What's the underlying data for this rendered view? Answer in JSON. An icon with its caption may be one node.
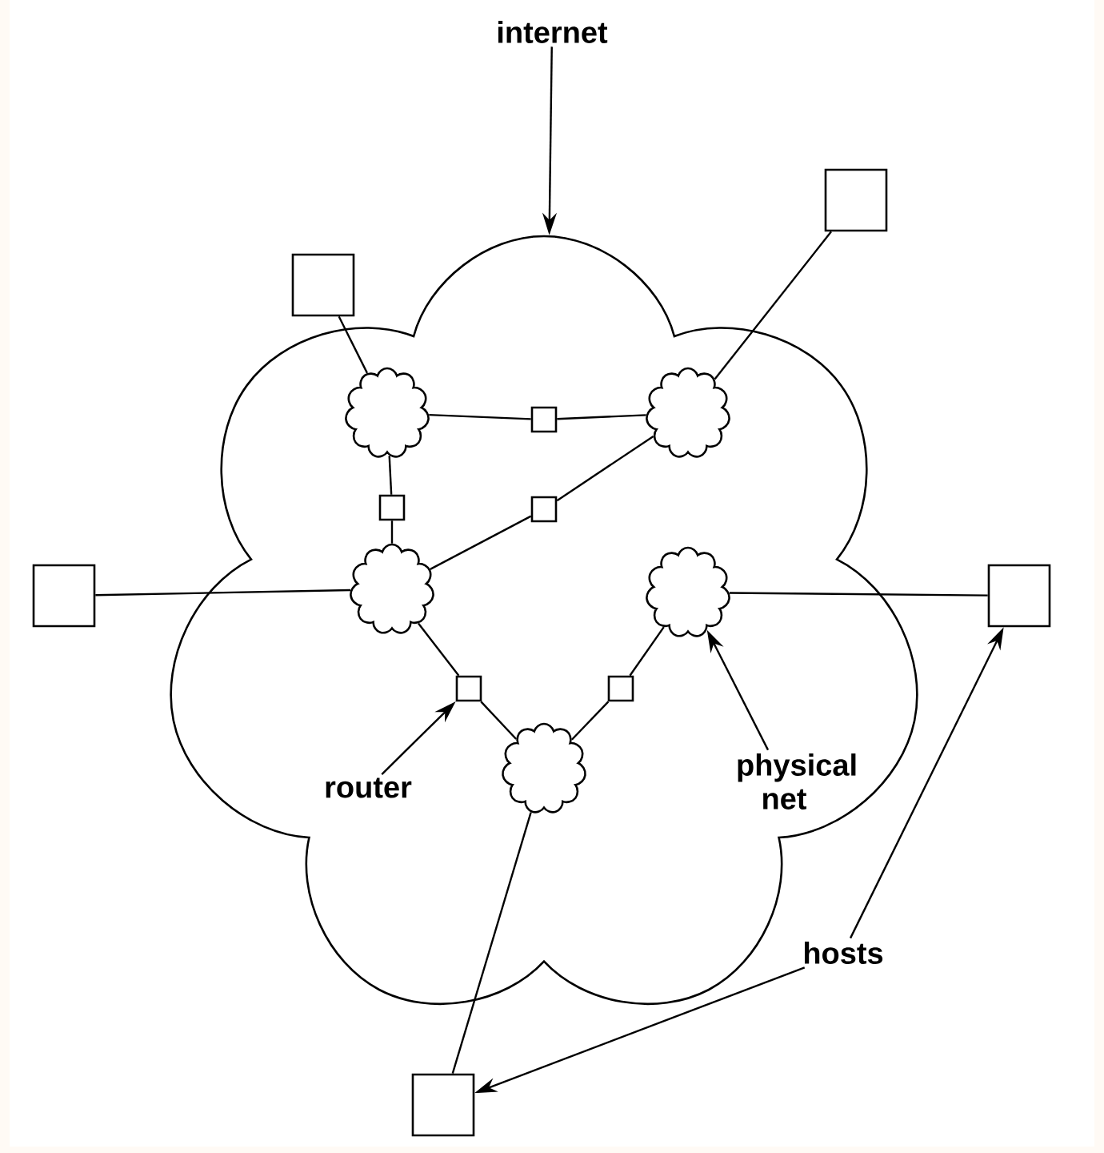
{
  "diagram": {
    "nodes": [
      {
        "text": [
          "internet"
        ]
      },
      {
        "text": [],
        "shape": "cloud"
      },
      {
        "text": [],
        "shape": "box"
      },
      {
        "text": [],
        "shape": "box"
      },
      {
        "text": [],
        "shape": "box"
      },
      {
        "text": [],
        "shape": "box"
      },
      {
        "text": [],
        "shape": "box"
      },
      {
        "text": [],
        "shape": "cloud",
        "in": 1
      },
      {
        "text": [],
        "shape": "cloud",
        "in": 1
      },
      {
        "text": [],
        "shape": "cloud",
        "in": 1
      },
      {
        "text": [],
        "shape": "cloud",
        "in": 1
      },
      {
        "text": [],
        "shape": "cloud",
        "in": 1
      },
      {
        "text": [],
        "shape": "box",
        "in": 1
      },
      {
        "text": [],
        "shape": "box",
        "in": 1
      },
      {
        "text": [],
        "shape": "box",
        "in": 1
      },
      {
        "text": [],
        "shape": "box",
        "in": 1
      },
      {
        "text": [],
        "shape": "box",
        "in": 1
      },
      {
        "text": [
          "router"
        ],
        "in": 1
      },
      {
        "text": [
          "physical net"
        ],
        "in": 1
      },
      {
        "text": [
          "hosts"
        ]
      }
    ],
    "edges": [
      {
        "from": 2,
        "to": 7,
        "arrow": "none"
      },
      {
        "from": 3,
        "to": 8,
        "arrow": "none"
      },
      {
        "from": 4,
        "to": 9,
        "arrow": "none"
      },
      {
        "from": 5,
        "to": 10,
        "arrow": "none"
      },
      {
        "from": 6,
        "to": 11,
        "arrow": "none"
      },
      {
        "from": 7,
        "to": 12,
        "arrow": "none"
      },
      {
        "from": 12,
        "to": 8,
        "arrow": "none"
      },
      {
        "from": 7,
        "to": 13,
        "arrow": "none"
      },
      {
        "from": 13,
        "to": 9,
        "arrow": "none"
      },
      {
        "from": 9,
        "to": 14,
        "arrow": "none"
      },
      {
        "from": 14,
        "to": 8,
        "arrow": "none"
      },
      {
        "from": 9,
        "to": 15,
        "arrow": "none"
      },
      {
        "from": 15,
        "to": 11,
        "arrow": "none"
      },
      {
        "from": 11,
        "to": 16,
        "arrow": "none"
      },
      {
        "from": 16,
        "to": 10,
        "arrow": "none"
      },
      {
        "from": 0,
        "to": 1,
        "arrow": "to"
      },
      {
        "from": 17,
        "to": 15,
        "arrow": "to"
      },
      {
        "from": 18,
        "to": 10,
        "arrow": "to"
      },
      {
        "from": 19,
        "to": 5,
        "arrow": "to"
      },
      {
        "from": 19,
        "to": 6,
        "arrow": "to"
      }
    ]
  }
}
